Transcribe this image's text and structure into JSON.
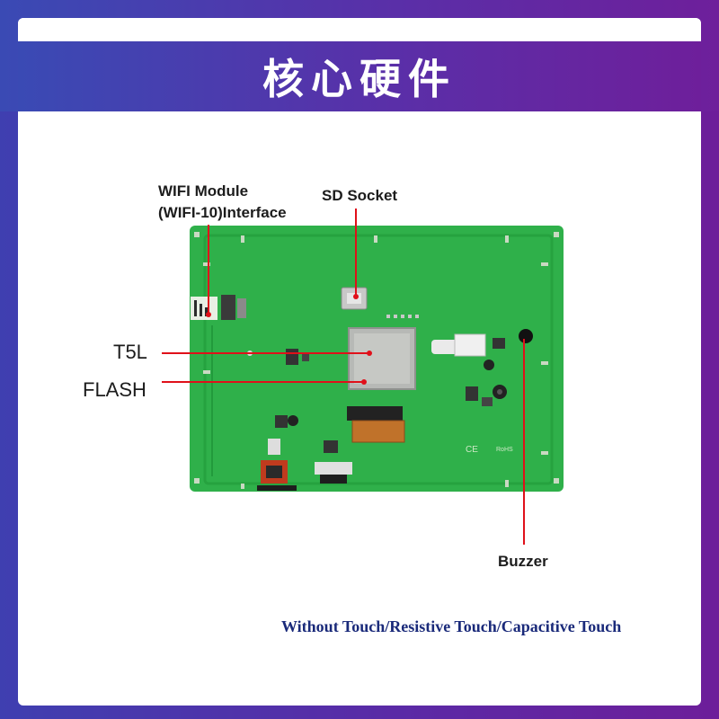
{
  "header": {
    "title": "核心硬件"
  },
  "labels": {
    "wifi_line1": "WIFI Module",
    "wifi_line2": "(WIFI-10)Interface",
    "sd_socket": "SD Socket",
    "t5l": "T5L",
    "flash": "FLASH",
    "buzzer": "Buzzer"
  },
  "board_marks": {
    "ce": "CE",
    "rohs": "RoHS"
  },
  "footer": {
    "touch_options": "Without Touch/Resistive Touch/Capacitive Touch"
  },
  "colors": {
    "pcb": "#2fb04a",
    "pcb_dark": "#229a3c",
    "leader": "#e0101a",
    "accent_gradient_start": "#3a4ab4",
    "accent_gradient_end": "#6e1f9b"
  }
}
